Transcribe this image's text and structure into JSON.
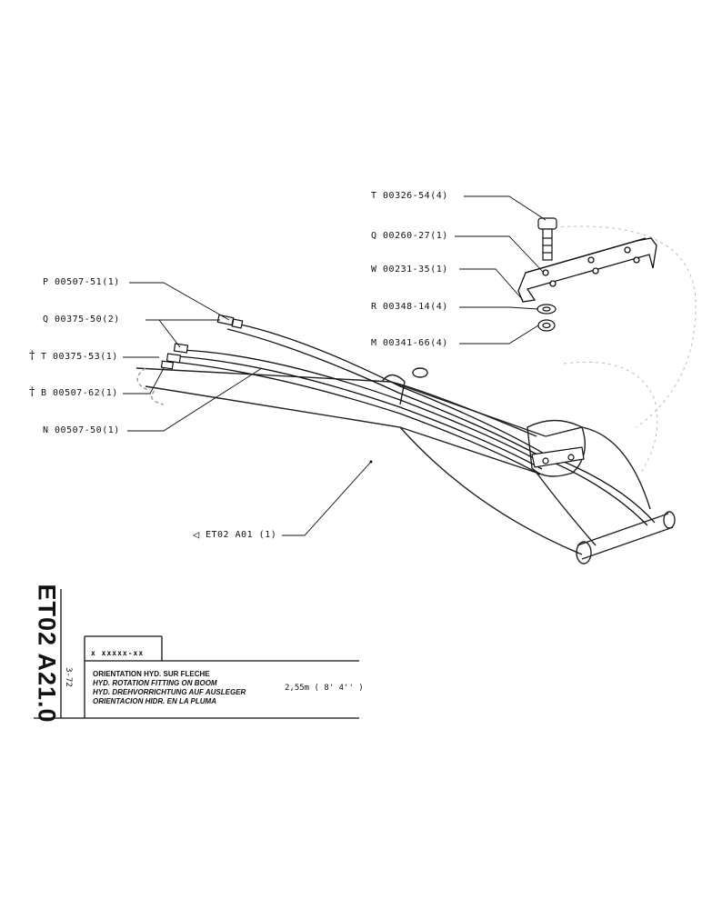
{
  "parts": [
    {
      "id": "t-bolt",
      "text": "T 00326-54(4)"
    },
    {
      "id": "q-bracket",
      "text": "Q 00260-27(1)"
    },
    {
      "id": "w-washer",
      "text": "W 00231-35(1)"
    },
    {
      "id": "p-hose",
      "text": "P 00507-51(1)"
    },
    {
      "id": "q-union",
      "text": "Q 00375-50(2)"
    },
    {
      "id": "r-washer",
      "text": "R 00348-14(4)"
    },
    {
      "id": "t-union",
      "text": "T 00375-53(1)"
    },
    {
      "id": "m-nut",
      "text": "M 00341-66(4)"
    },
    {
      "id": "b-hose",
      "text": "B 00507-62(1)"
    },
    {
      "id": "n-hose",
      "text": "N 00507-50(1)"
    },
    {
      "id": "boom",
      "text": "ET02 A01 (1)"
    }
  ],
  "dagger_symbol": "†",
  "boom_ref_symbol": "◁",
  "sheet": {
    "code": "ET02 A21.0",
    "date": "3-72",
    "ref": "x xxxxx-xx",
    "descriptions": [
      "ORIENTATION HYD. SUR FLECHE",
      "HYD. ROTATION FITTING ON BOOM",
      "HYD. DREHVORRICHTUNG AUF AUSLEGER",
      "ORIENTACION HIDR. EN LA PLUMA"
    ],
    "length": "2,55m ( 8' 4'' )"
  }
}
